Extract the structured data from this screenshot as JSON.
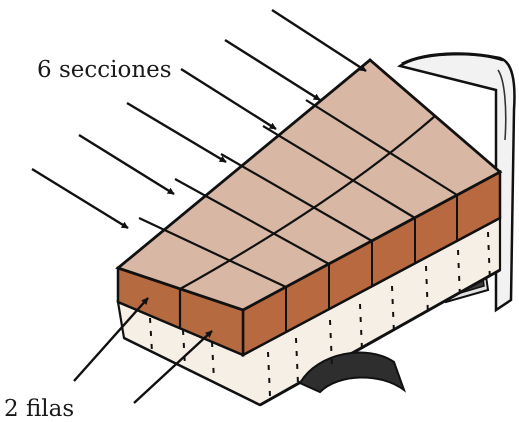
{
  "labels": {
    "sections": "6 secciones",
    "rows": "2 filas"
  },
  "diagram": {
    "section_count": 6,
    "row_count": 2
  },
  "colors": {
    "box_top": "#d8b8a4",
    "box_front": "#b8693f",
    "box_side_dark": "#9a5230",
    "trailer_bed": "#f6efe5",
    "outline": "#111111",
    "arrow": "#111111",
    "wheel": "#2a2a2a",
    "background": "#ffffff"
  }
}
